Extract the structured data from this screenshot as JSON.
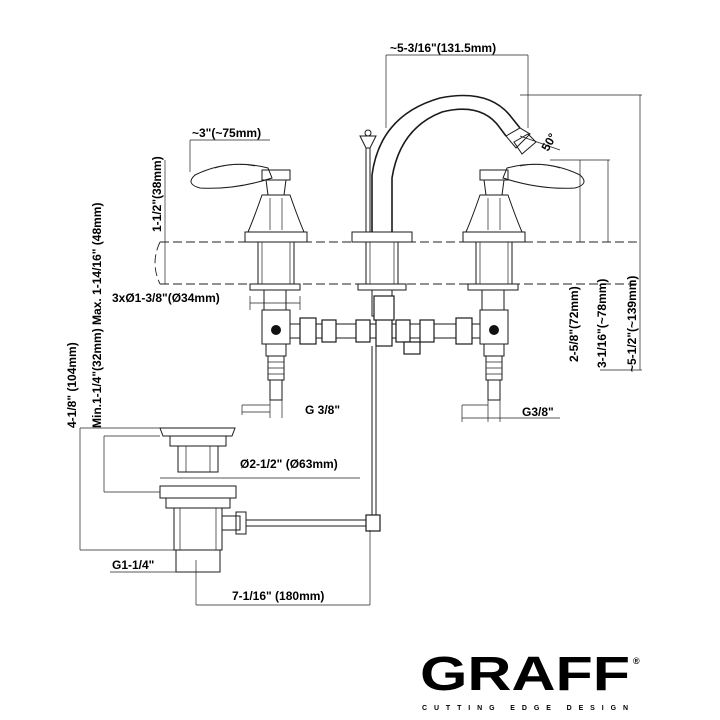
{
  "brand": {
    "name": "GRAFF",
    "registered_mark": "®",
    "tagline": "CUTTING EDGE DESIGN"
  },
  "dimensions": {
    "spout_reach": "~5-3/16\"(131.5mm)",
    "spout_angle": "50°",
    "handle_length": "~3\"(~75mm)",
    "handle_height": "1-1/2\"(38mm)",
    "hole_diameter": "3xØ1-3/8\"(Ø34mm)",
    "deck_thickness": "Min.1-1/4\"(32mm) Max. 1-14/16\" (48mm)",
    "thread_left": "G 3/8\"",
    "thread_right": "G3/8\"",
    "drain_height": "4-1/8\" (104mm)",
    "drain_flange_diameter": "Ø2-1/2\" (Ø63mm)",
    "drain_thread": "G1-1/4\"",
    "rod_length": "7-1/16\" (180mm)",
    "spout_height_a": "2-5/8\"(72mm)",
    "spout_height_b": "3-1/16\"(~78mm)",
    "overall_height": "~5-1/2\"(~139mm)"
  }
}
